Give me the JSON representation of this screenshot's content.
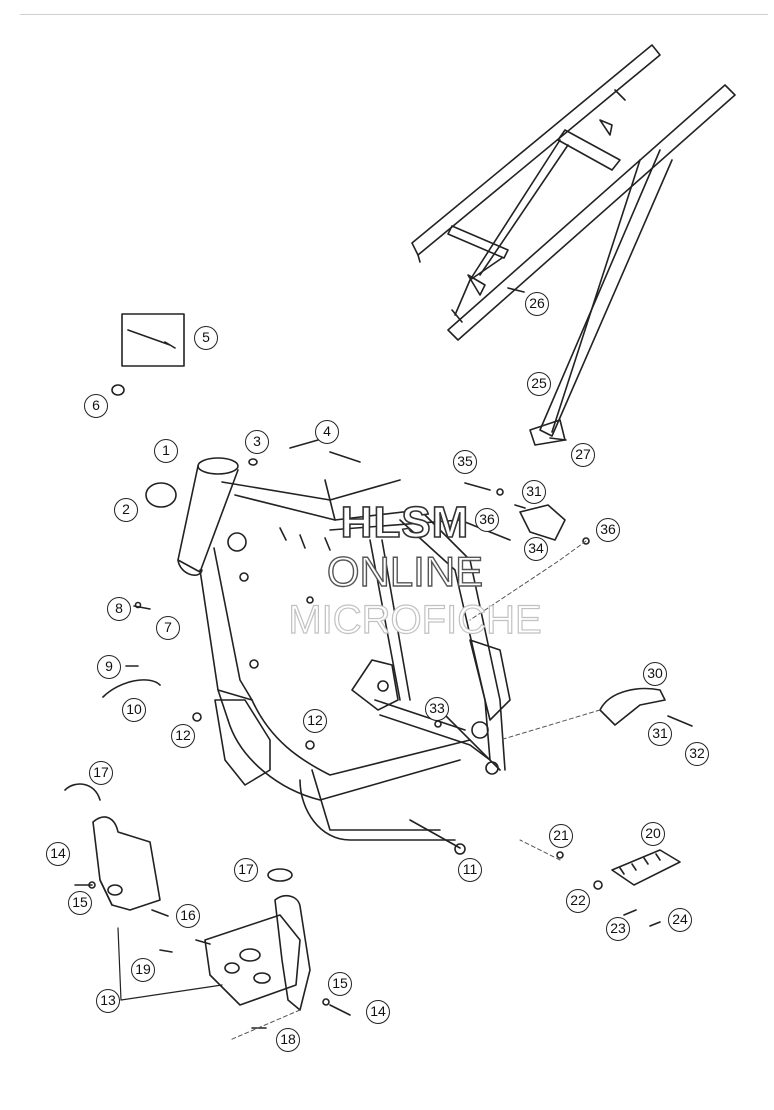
{
  "watermark": {
    "line1": "HLSM",
    "line2": "ONLINE",
    "line3": "MICROFICHE"
  },
  "callouts": {
    "c1": "1",
    "c2": "2",
    "c3": "3",
    "c4": "4",
    "c5": "5",
    "c6": "6",
    "c7": "7",
    "c8": "8",
    "c9": "9",
    "c10": "10",
    "c11": "11",
    "c12a": "12",
    "c12b": "12",
    "c13": "13",
    "c14a": "14",
    "c14b": "14",
    "c15a": "15",
    "c15b": "15",
    "c16": "16",
    "c17a": "17",
    "c17b": "17",
    "c18": "18",
    "c19": "19",
    "c20": "20",
    "c21": "21",
    "c22": "22",
    "c23": "23",
    "c24": "24",
    "c25": "25",
    "c26": "26",
    "c27": "27",
    "c30": "30",
    "c31a": "31",
    "c31b": "31",
    "c32": "32",
    "c33": "33",
    "c34": "34",
    "c35": "35",
    "c36a": "36",
    "c36b": "36"
  }
}
